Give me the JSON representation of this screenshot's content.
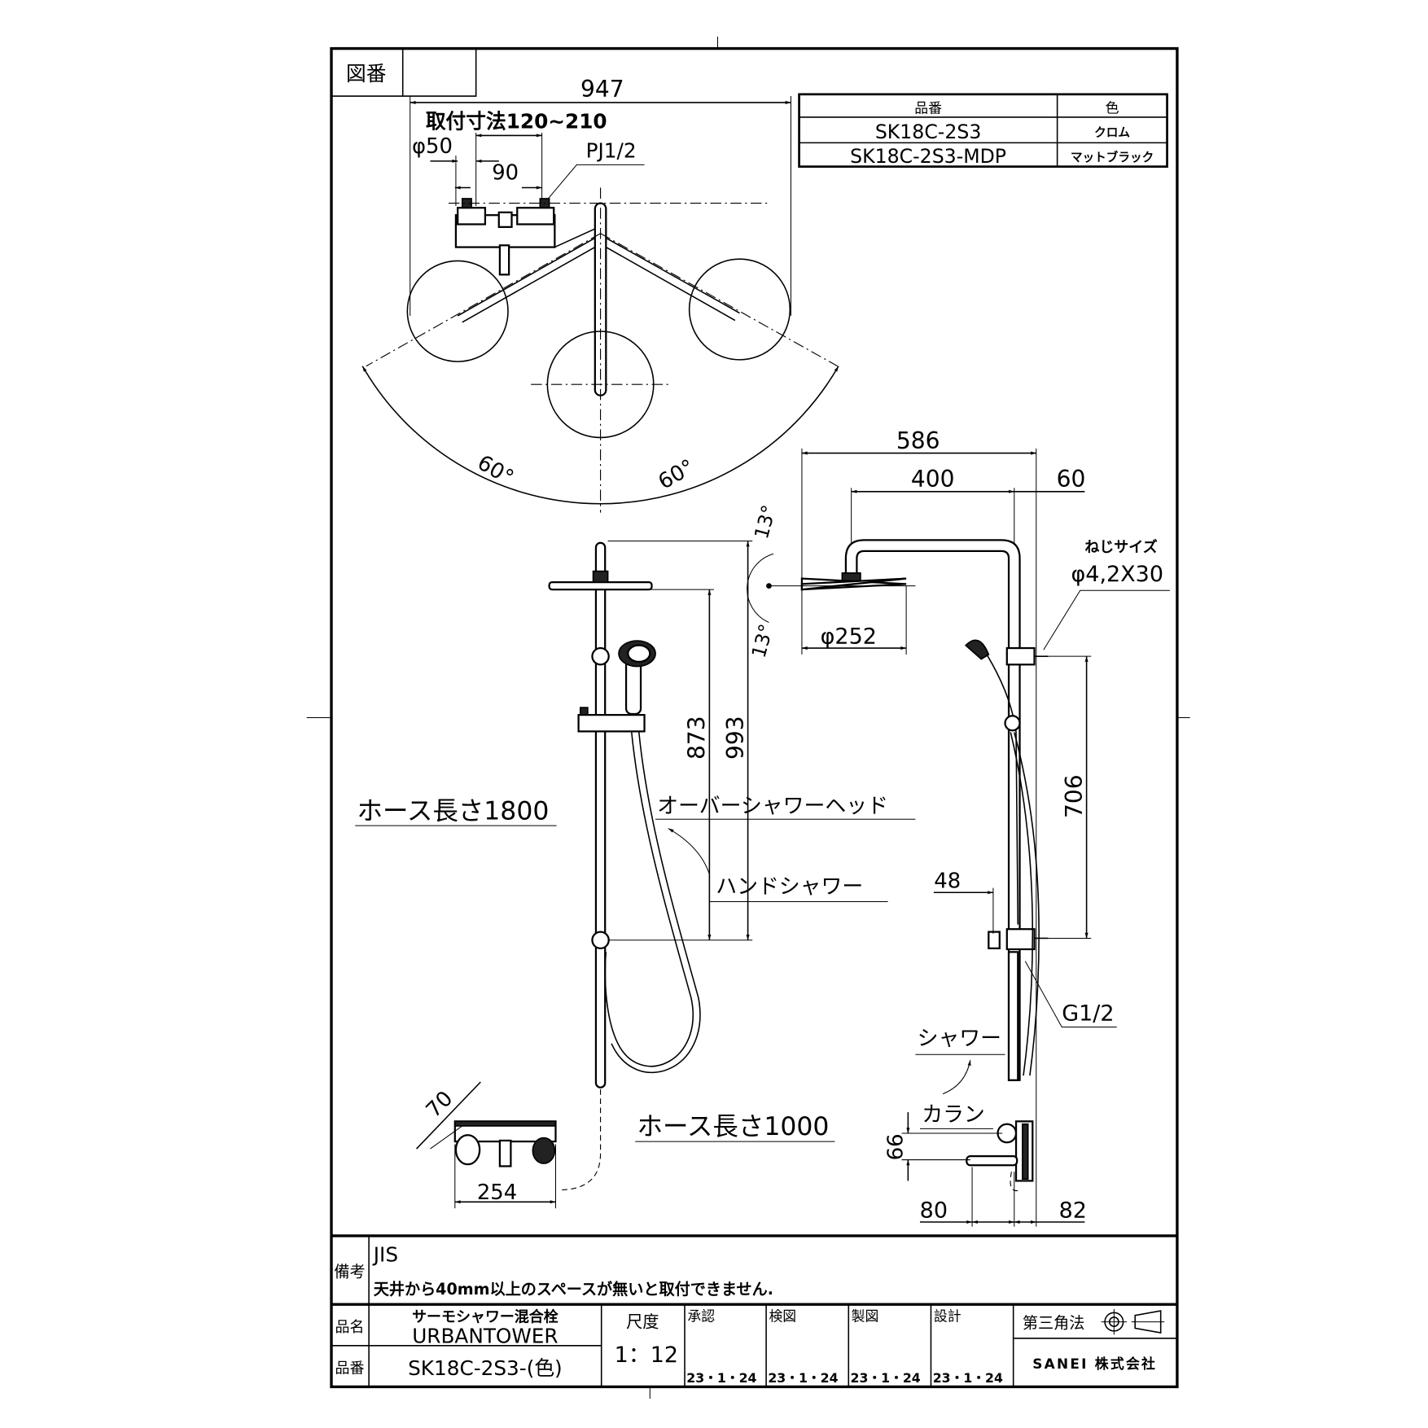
{
  "drawing_number_label": "図番",
  "drawing_number_value": "",
  "variants_table": {
    "headers": [
      "品番",
      "色"
    ],
    "rows": [
      {
        "model": "SK18C-2S3",
        "color": "クロム"
      },
      {
        "model": "SK18C-2S3-MDP",
        "color": "マットブラック"
      }
    ]
  },
  "top_view": {
    "width": "947",
    "mount_range": "取付寸法120~210",
    "diameter": "φ50",
    "spacing": "90",
    "thread": "PJ1/2",
    "angle_left": "60°",
    "angle_right": "60°"
  },
  "side_view": {
    "width": "586",
    "arm": "400",
    "offset": "60",
    "angle_top": "13°",
    "angle_bottom": "13°",
    "head_dia": "φ252",
    "screw_label": "ねじサイズ",
    "screw_size": "φ4,2X30",
    "bracket_pitch": "706",
    "depth": "48",
    "inlet": "G1/2",
    "shower_label": "シャワー",
    "spout_label": "カラン",
    "spout_height": "66",
    "spout_reach": "80",
    "body_depth": "82"
  },
  "front_view": {
    "h873": "873",
    "h993": "993",
    "hose_overhead": "ホース長さ1800",
    "overhead_label": "オーバーシャワーヘッド",
    "hand_label": "ハンドシャワー",
    "hose_hand": "ホース長さ1000",
    "mixer_depth": "70",
    "mixer_width": "254"
  },
  "remarks": {
    "label": "備考",
    "line1": "JIS",
    "line2": "天井から40mm以上のスペースが無いと取付できません."
  },
  "title_block": {
    "name_label": "品名",
    "name_jp": "サーモシャワー混合栓",
    "name_en": "URBANTOWER",
    "number_label": "品番",
    "number": "SK18C-2S3-(色)",
    "scale_label": "尺度",
    "scale": "1：12",
    "approvals": [
      {
        "label": "承認",
        "date": "23・1・24"
      },
      {
        "label": "検図",
        "date": "23・1・24"
      },
      {
        "label": "製図",
        "date": "23・1・24"
      },
      {
        "label": "設計",
        "date": "23・1・24"
      }
    ],
    "projection": "第三角法",
    "company": "SANEI 株式会社"
  }
}
